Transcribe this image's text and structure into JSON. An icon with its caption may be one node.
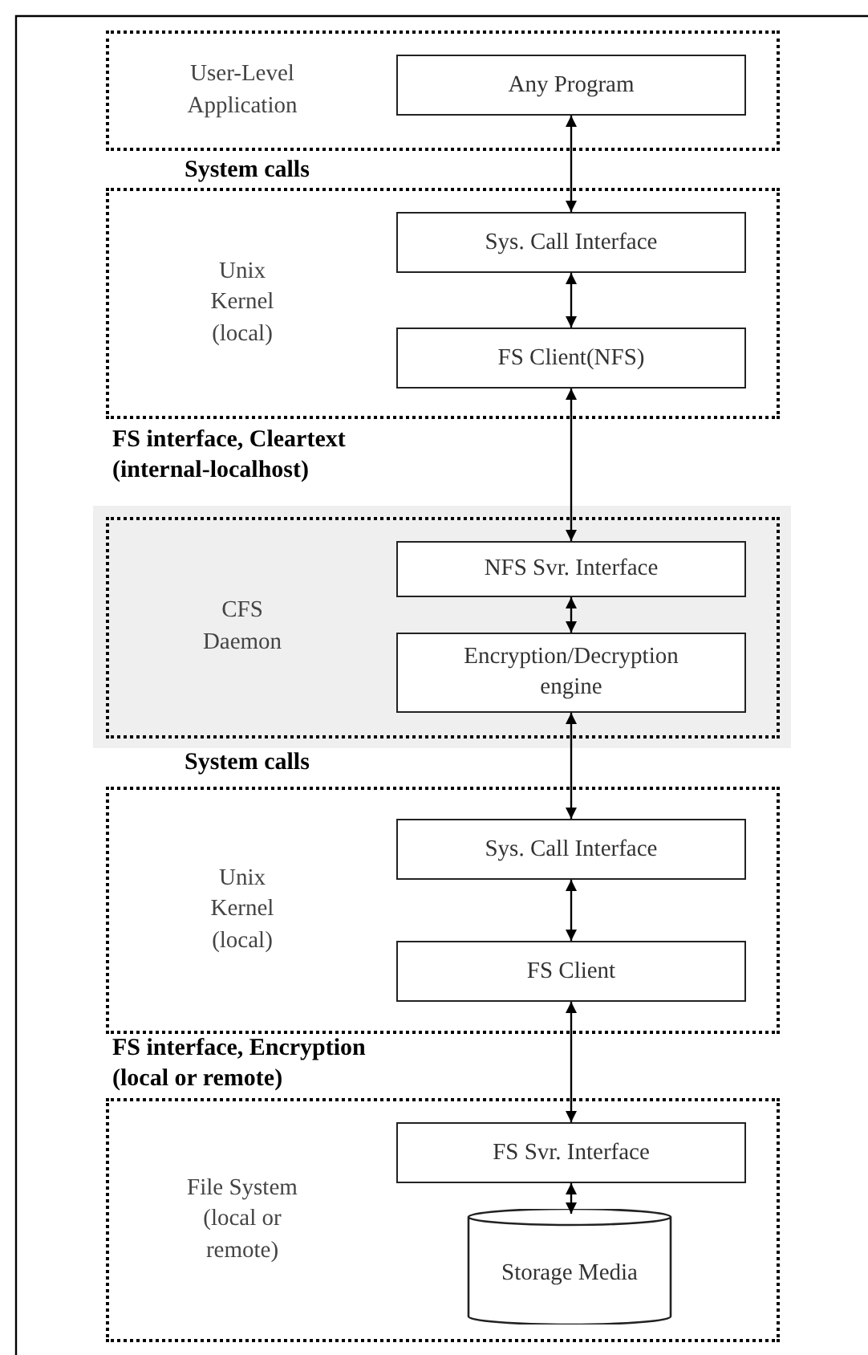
{
  "diagram": {
    "nodes": [
      {
        "text": [
          "User-Level Application"
        ]
      },
      {
        "text": [
          "Any Program"
        ],
        "in": 0
      },
      {
        "text": [
          "Unix Kernel (local)"
        ]
      },
      {
        "text": [
          "Sys. Call Interface"
        ],
        "in": 2
      },
      {
        "text": [
          "FS Client(NFS)"
        ],
        "in": 2
      },
      {
        "text": [
          "CFS Daemon"
        ]
      },
      {
        "text": [
          "NFS Svr. Interface"
        ],
        "in": 5
      },
      {
        "text": [
          "Encryption/Decryption engine"
        ],
        "in": 5
      },
      {
        "text": [
          "Unix Kernel (local)"
        ]
      },
      {
        "text": [
          "Sys. Call Interface"
        ],
        "in": 8
      },
      {
        "text": [
          "FS Client"
        ],
        "in": 8
      },
      {
        "text": [
          "File System (local or remote)"
        ]
      },
      {
        "text": [
          "FS Svr. Interface"
        ],
        "in": 11
      },
      {
        "text": [
          "Storage Media"
        ],
        "in": 11
      }
    ],
    "edges": [
      {
        "from": 1,
        "to": 3,
        "arrow": "both"
      },
      {
        "from": 3,
        "to": 4,
        "arrow": "both"
      },
      {
        "from": 4,
        "to": 6,
        "arrow": "both"
      },
      {
        "from": 6,
        "to": 7,
        "arrow": "both"
      },
      {
        "from": 7,
        "to": 9,
        "arrow": "both"
      },
      {
        "from": 9,
        "to": 10,
        "arrow": "both"
      },
      {
        "from": 10,
        "to": 12,
        "arrow": "both"
      },
      {
        "from": 12,
        "to": 13,
        "arrow": "both"
      }
    ],
    "labels": [
      "System calls",
      "FS interface, Cleartext (internal-localhost)",
      "System calls",
      "FS interface, Encryption (local or remote)"
    ]
  }
}
